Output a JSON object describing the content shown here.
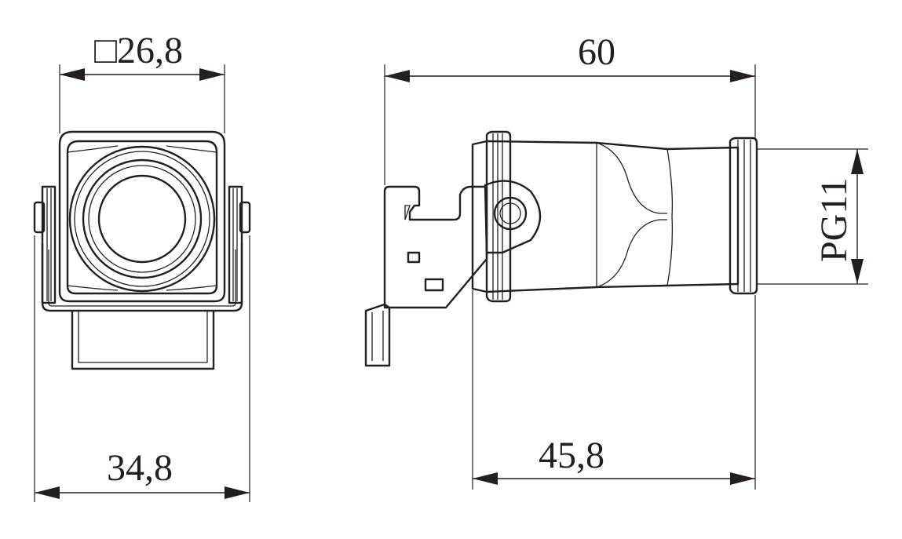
{
  "drawing": {
    "dimensions": {
      "square_width": "□26,8",
      "overall_width": "34,8",
      "overall_length": "60",
      "housing_length": "45,8",
      "thread": "PG11"
    }
  }
}
